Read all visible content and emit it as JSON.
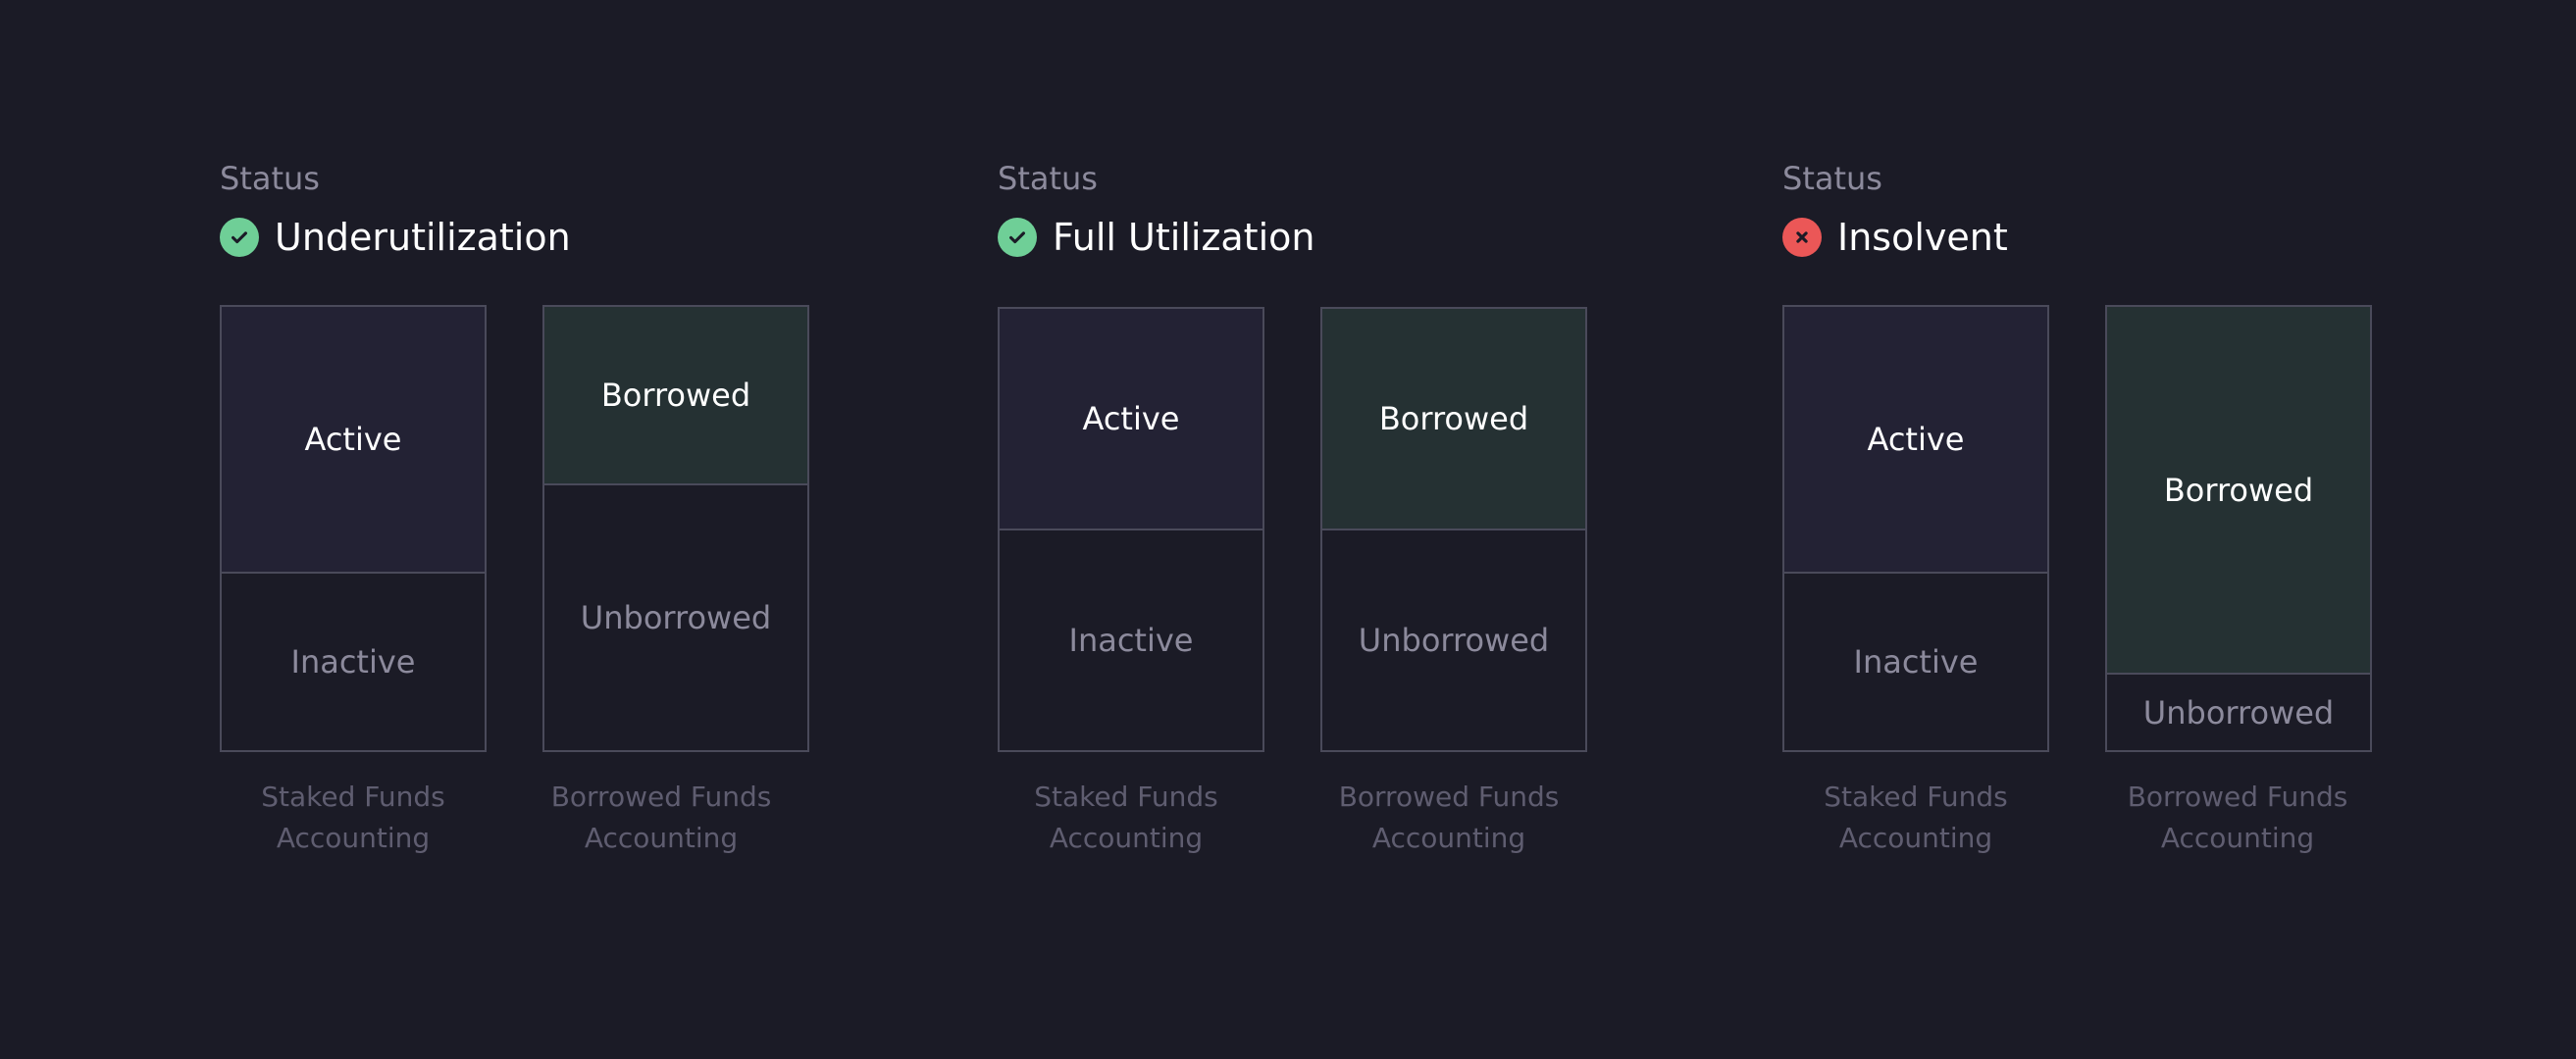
{
  "colors": {
    "background": "#1b1b26",
    "ok": "#6fcf97",
    "error": "#eb5757",
    "active_fill": "#232234",
    "borrowed_fill": "#253133",
    "border": "#4a4a5a"
  },
  "panels": [
    {
      "status_label": "Status",
      "status_text": "Underutilization",
      "status_icon": "check-circle-icon",
      "staked": {
        "active": "Active",
        "inactive": "Inactive",
        "active_share": 0.6
      },
      "borrowed": {
        "borrowed": "Borrowed",
        "unborrowed": "Unborrowed",
        "borrowed_share": 0.4
      },
      "captions": {
        "staked": [
          "Staked Funds",
          "Accounting"
        ],
        "borrowed": [
          "Borrowed Funds",
          "Accounting"
        ]
      }
    },
    {
      "status_label": "Status",
      "status_text": "Full Utilization",
      "status_icon": "check-circle-icon",
      "staked": {
        "active": "Active",
        "inactive": "Inactive",
        "active_share": 0.5
      },
      "borrowed": {
        "borrowed": "Borrowed",
        "unborrowed": "Unborrowed",
        "borrowed_share": 0.5
      },
      "captions": {
        "staked": [
          "Staked Funds",
          "Accounting"
        ],
        "borrowed": [
          "Borrowed Funds",
          "Accounting"
        ]
      }
    },
    {
      "status_label": "Status",
      "status_text": "Insolvent",
      "status_icon": "x-circle-icon",
      "staked": {
        "active": "Active",
        "inactive": "Inactive",
        "active_share": 0.6
      },
      "borrowed": {
        "borrowed": "Borrowed",
        "unborrowed": "Unborrowed",
        "borrowed_share": 0.83
      },
      "captions": {
        "staked": [
          "Staked Funds",
          "Accounting"
        ],
        "borrowed": [
          "Borrowed Funds",
          "Accounting"
        ]
      }
    }
  ]
}
